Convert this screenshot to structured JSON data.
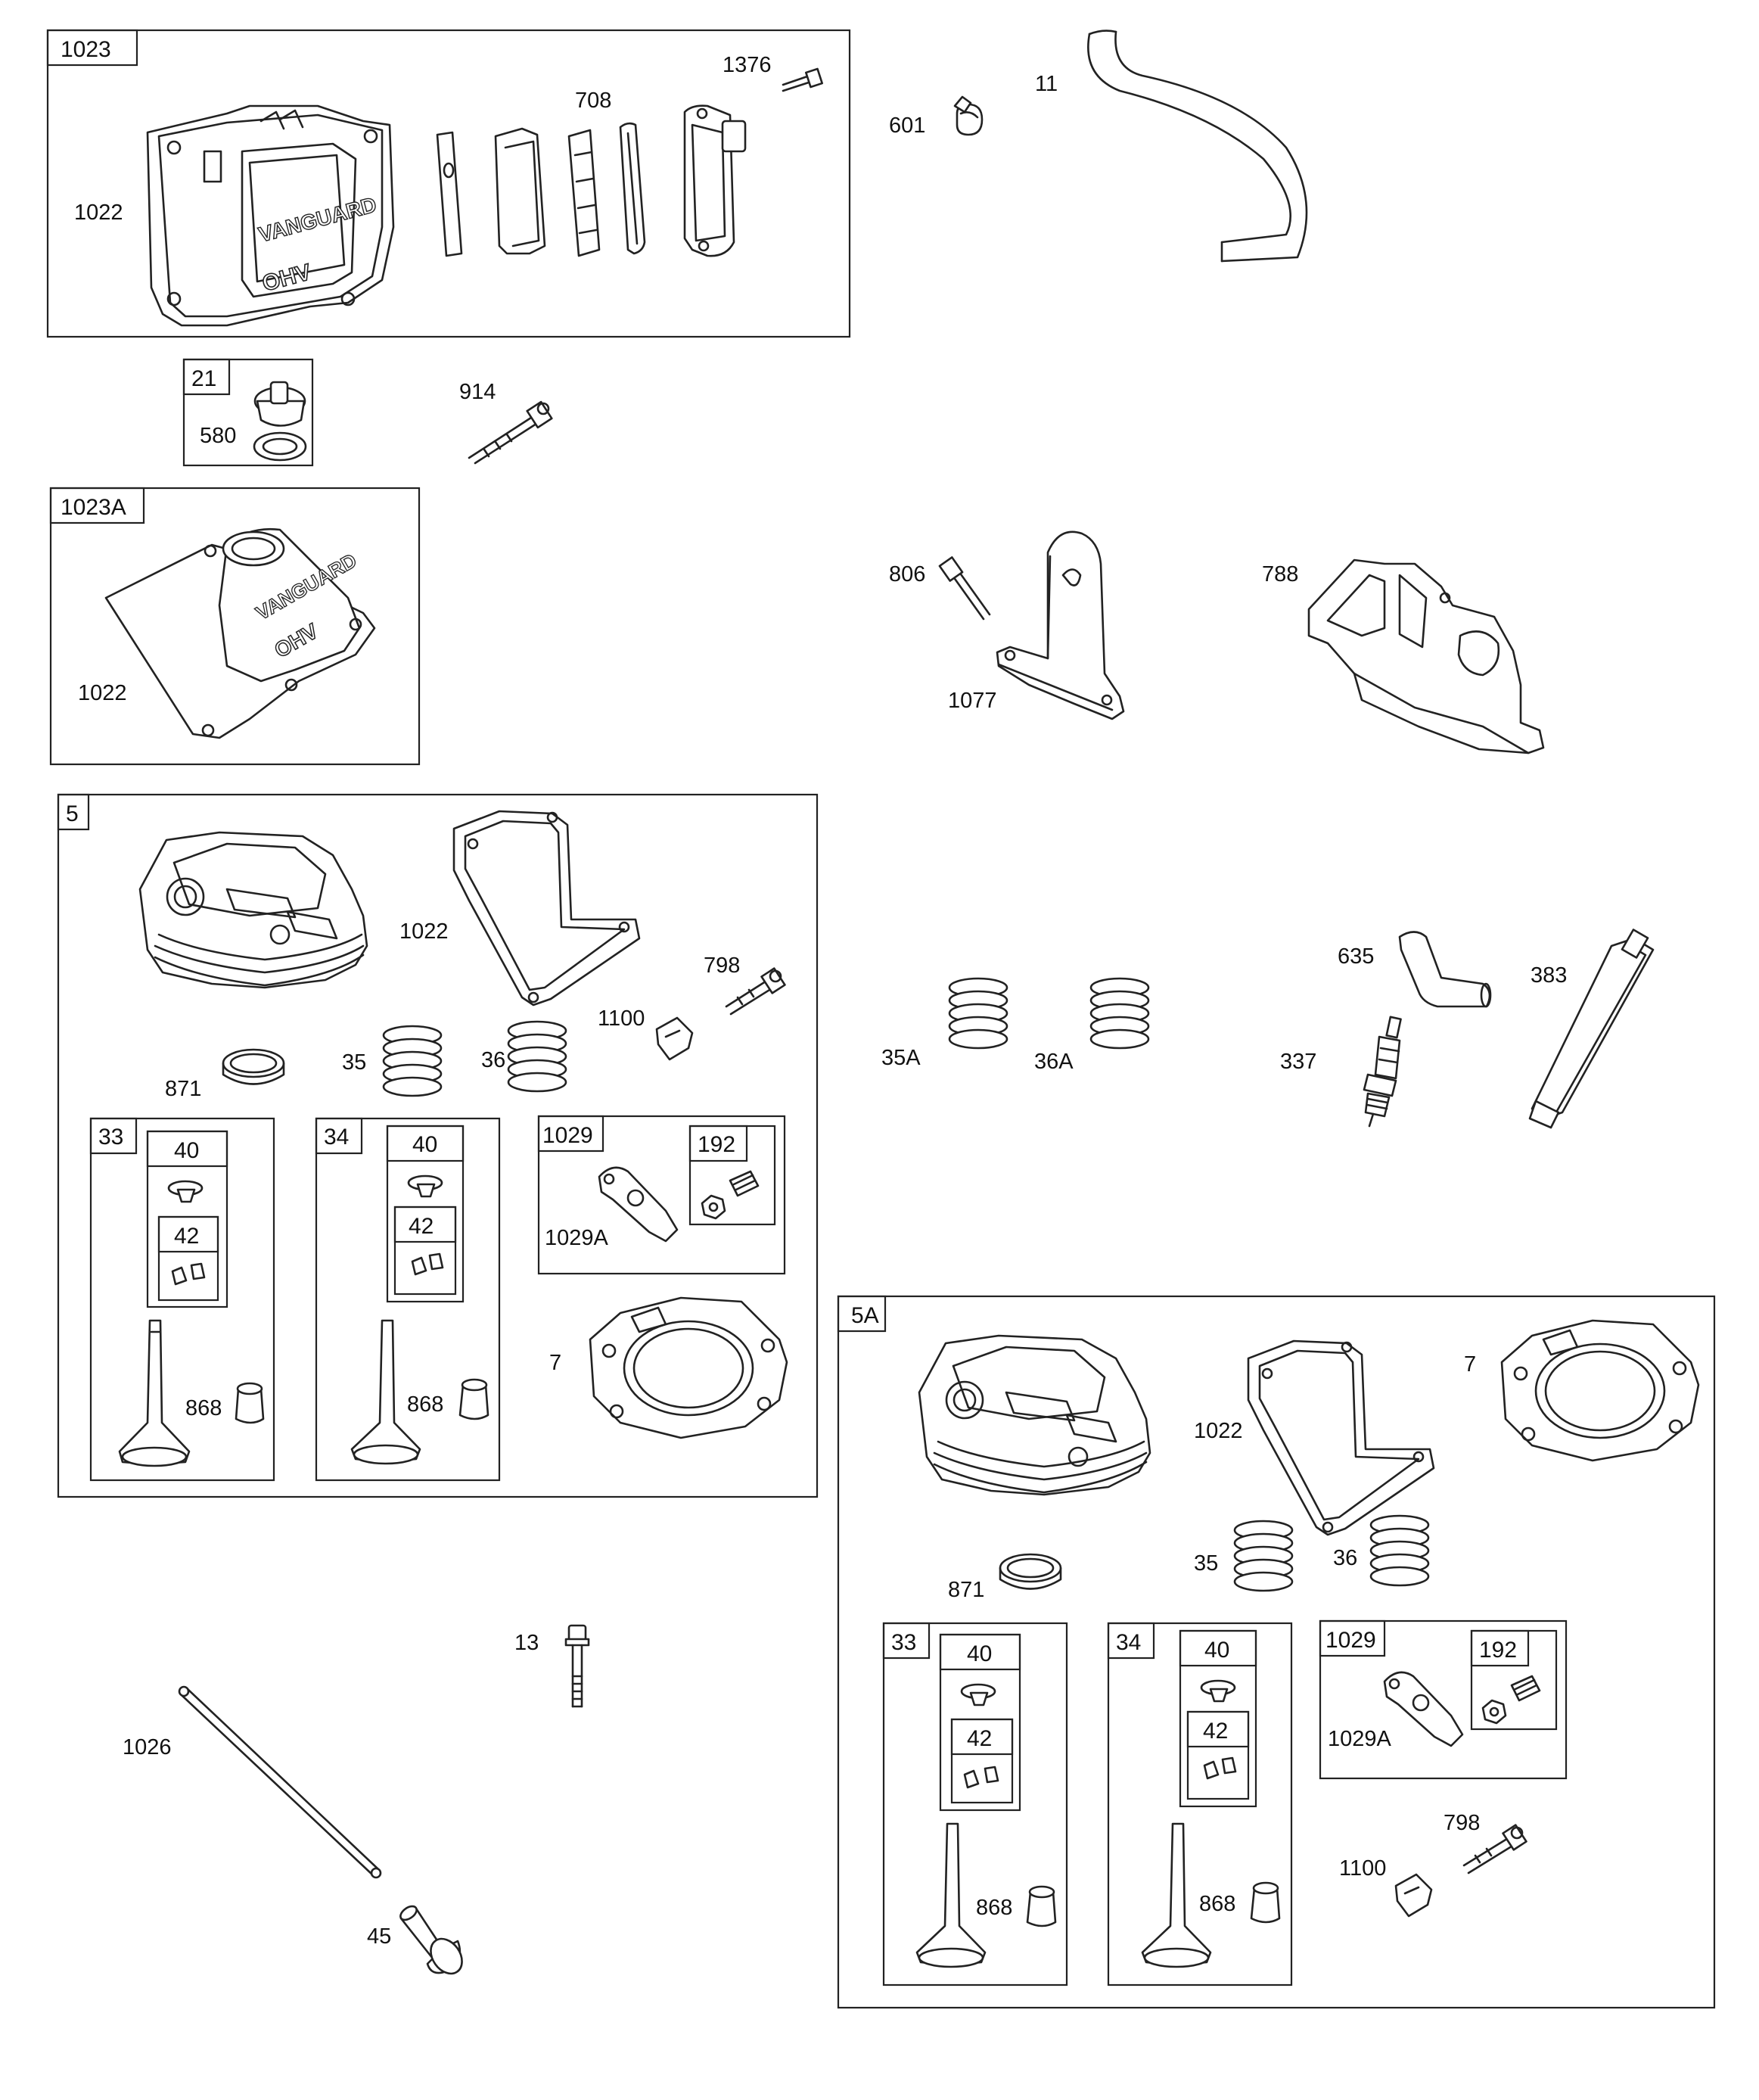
{
  "groups": {
    "g1023": "1023",
    "g21": "21",
    "g1023A": "1023A",
    "g5": "5",
    "g5A": "5A",
    "g33a": "33",
    "g34a": "34",
    "g1029a": "1029",
    "g192a": "192",
    "g40a": "40",
    "g42a": "42",
    "g40b": "40",
    "g42b": "42",
    "g33b": "33",
    "g34b": "34",
    "g1029b": "1029",
    "g192b": "192",
    "g40c": "40",
    "g42c": "42",
    "g40d": "40",
    "g42d": "42"
  },
  "labels": {
    "p1376": "1376",
    "p708": "708",
    "p1022a": "1022",
    "p601": "601",
    "p11": "11",
    "p580": "580",
    "p914": "914",
    "p1022b": "1022",
    "p806": "806",
    "p1077": "1077",
    "p788": "788",
    "p1022c": "1022",
    "p798a": "798",
    "p1100a": "1100",
    "p871a": "871",
    "p35a": "35",
    "p36a": "36",
    "p1029Aa": "1029A",
    "p868a": "868",
    "p868b": "868",
    "p7a": "7",
    "p35A": "35A",
    "p36A": "36A",
    "p635": "635",
    "p383": "383",
    "p337": "337",
    "p1022d": "1022",
    "p7b": "7",
    "p871b": "871",
    "p35b": "35",
    "p36b": "36",
    "p1029Ab": "1029A",
    "p798b": "798",
    "p1100b": "1100",
    "p868c": "868",
    "p868d": "868",
    "p13": "13",
    "p1026": "1026",
    "p45": "45"
  },
  "icons": [
    "valve-cover-icon",
    "breather-icon",
    "bolt-icon",
    "hose-clamp-icon",
    "hose-icon",
    "oil-fill-cap-icon",
    "bracket-icon",
    "shield-icon",
    "cylinder-head-icon",
    "gasket-icon",
    "valve-spring-icon",
    "valve-icon",
    "valve-seal-icon",
    "rocker-arm-icon",
    "spark-plug-icon",
    "spark-plug-boot-icon",
    "ignition-coil-icon",
    "push-rod-icon",
    "tappet-icon"
  ]
}
